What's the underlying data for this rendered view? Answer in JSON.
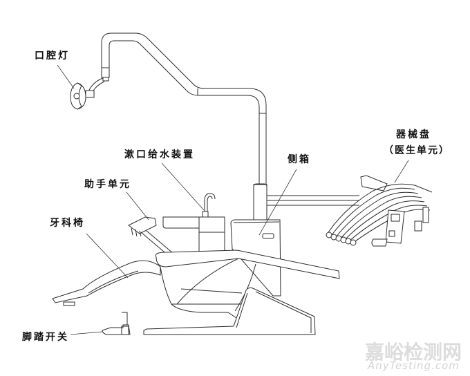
{
  "diagram": {
    "subject": "dental chair unit line drawing",
    "labels": {
      "oral_lamp": "口腔灯",
      "instrument_tray": "器械盘",
      "instrument_tray_sub": "（医生单元）",
      "water_supply": "漱口给水装置",
      "side_box": "侧箱",
      "assistant_unit": "助手单元",
      "dental_chair": "牙科椅",
      "foot_switch": "脚踏开关"
    }
  },
  "watermark": {
    "cn": "嘉峪检测网",
    "en": "AnyTesting.com"
  },
  "colors": {
    "line": "#2a2a2a",
    "watermark": "#dcdcdc"
  }
}
